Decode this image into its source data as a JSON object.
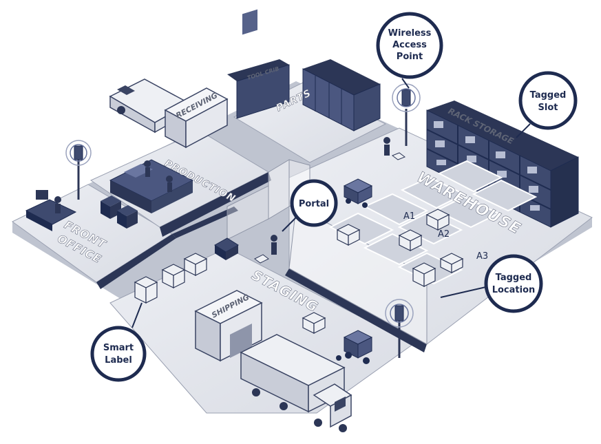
{
  "areas": {
    "receiving": "RECEIVING",
    "tool_crib": "TOOL CRIB",
    "parts": "PARTS",
    "production": "PRODUCTION",
    "front_office": [
      "FRONT",
      "OFFICE"
    ],
    "warehouse": "WAREHOUSE",
    "rack_storage": "RACK STORAGE",
    "staging": "STAGING",
    "shipping": "SHIPPING"
  },
  "slots": {
    "a1": "A1",
    "a2": "A2",
    "a3": "A3"
  },
  "callouts": {
    "wireless_access_point": [
      "Wireless",
      "Access",
      "Point"
    ],
    "tagged_slot": [
      "Tagged",
      "Slot"
    ],
    "portal": [
      "Portal"
    ],
    "tagged_location": [
      "Tagged",
      "Location"
    ],
    "smart_label": [
      "Smart",
      "Label"
    ]
  },
  "colors": {
    "navy": "#1e2b50",
    "floor": "#e4e6ec",
    "floor_edge": "#c3c7d2",
    "wall": "#f1f2f5",
    "dark": "#2c3656"
  }
}
